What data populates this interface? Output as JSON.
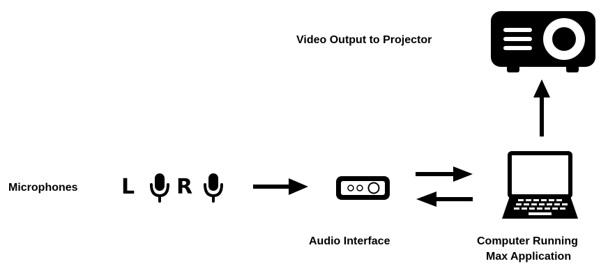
{
  "labels": {
    "projector": "Video Output to Projector",
    "microphones": "Microphones",
    "audio_interface": "Audio Interface",
    "computer_line1": "Computer Running",
    "computer_line2": "Max Application"
  },
  "channels": {
    "left": "L",
    "right": "R"
  },
  "icons": [
    "projector-icon",
    "microphone-icon",
    "audio-interface-icon",
    "laptop-icon"
  ],
  "colors": {
    "ink": "#000000",
    "background": "#ffffff"
  }
}
